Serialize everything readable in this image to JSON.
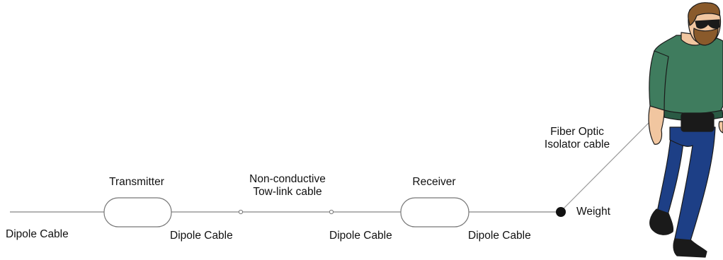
{
  "labels": {
    "transmitter": "Transmitter",
    "receiver": "Receiver",
    "tow_link_line1": "Non-conductive",
    "tow_link_line2": "Tow-link cable",
    "fiber_optic_line1": "Fiber Optic",
    "fiber_optic_line2": "Isolator cable",
    "weight": "Weight",
    "dipole_cable_1": "Dipole Cable",
    "dipole_cable_2": "Dipole Cable",
    "dipole_cable_3": "Dipole Cable",
    "dipole_cable_4": "Dipole Cable"
  },
  "colors": {
    "cable": "#9a9a9a",
    "module_outline": "#777777",
    "weight": "#111111",
    "shirt": "#3f7c5e",
    "jeans": "#1d3f86",
    "skin": "#f1c6a0",
    "hair": "#8a5a2b",
    "boots": "#1a1a1a"
  }
}
